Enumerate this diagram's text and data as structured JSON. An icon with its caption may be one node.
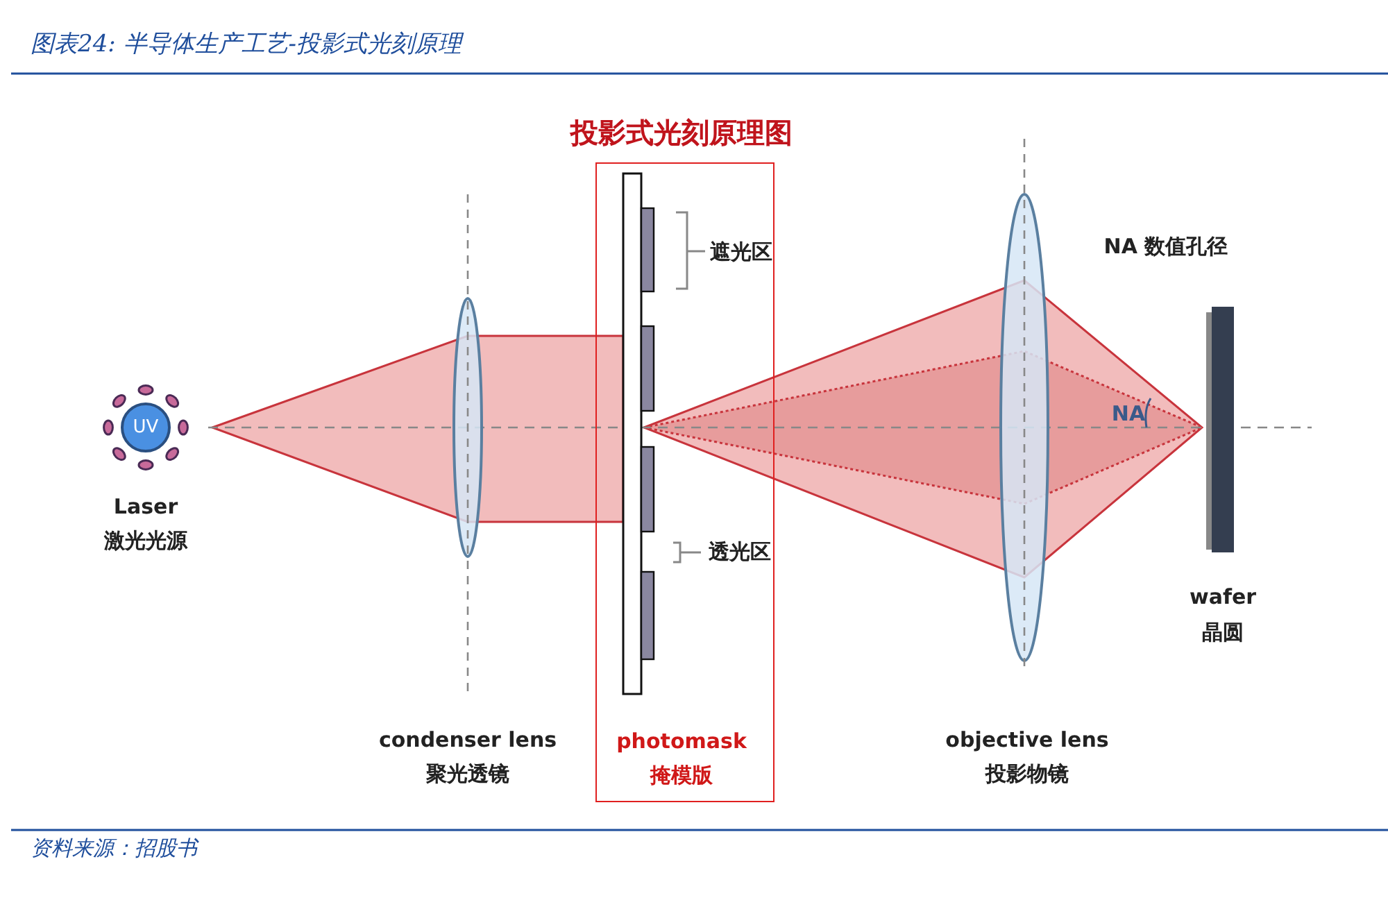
{
  "diagram": {
    "title": "图表24: 半导体生产工艺-投影式光刻原理",
    "caption": "资料来源：招股书",
    "nodes": [
      {
        "text": [
          "投影式光刻原理图",
          "photomask",
          "掩模版"
        ]
      },
      {
        "text": [
          "UV"
        ],
        "beside": [
          "Laser",
          "激光光源"
        ]
      }
    ],
    "labels": [
      "遮光区",
      "NA 数值孔径",
      "NA",
      "透光区",
      "wafer",
      "晶圆",
      "condenser lens",
      "聚光透镜",
      "objective lens",
      "投影物镜"
    ]
  }
}
